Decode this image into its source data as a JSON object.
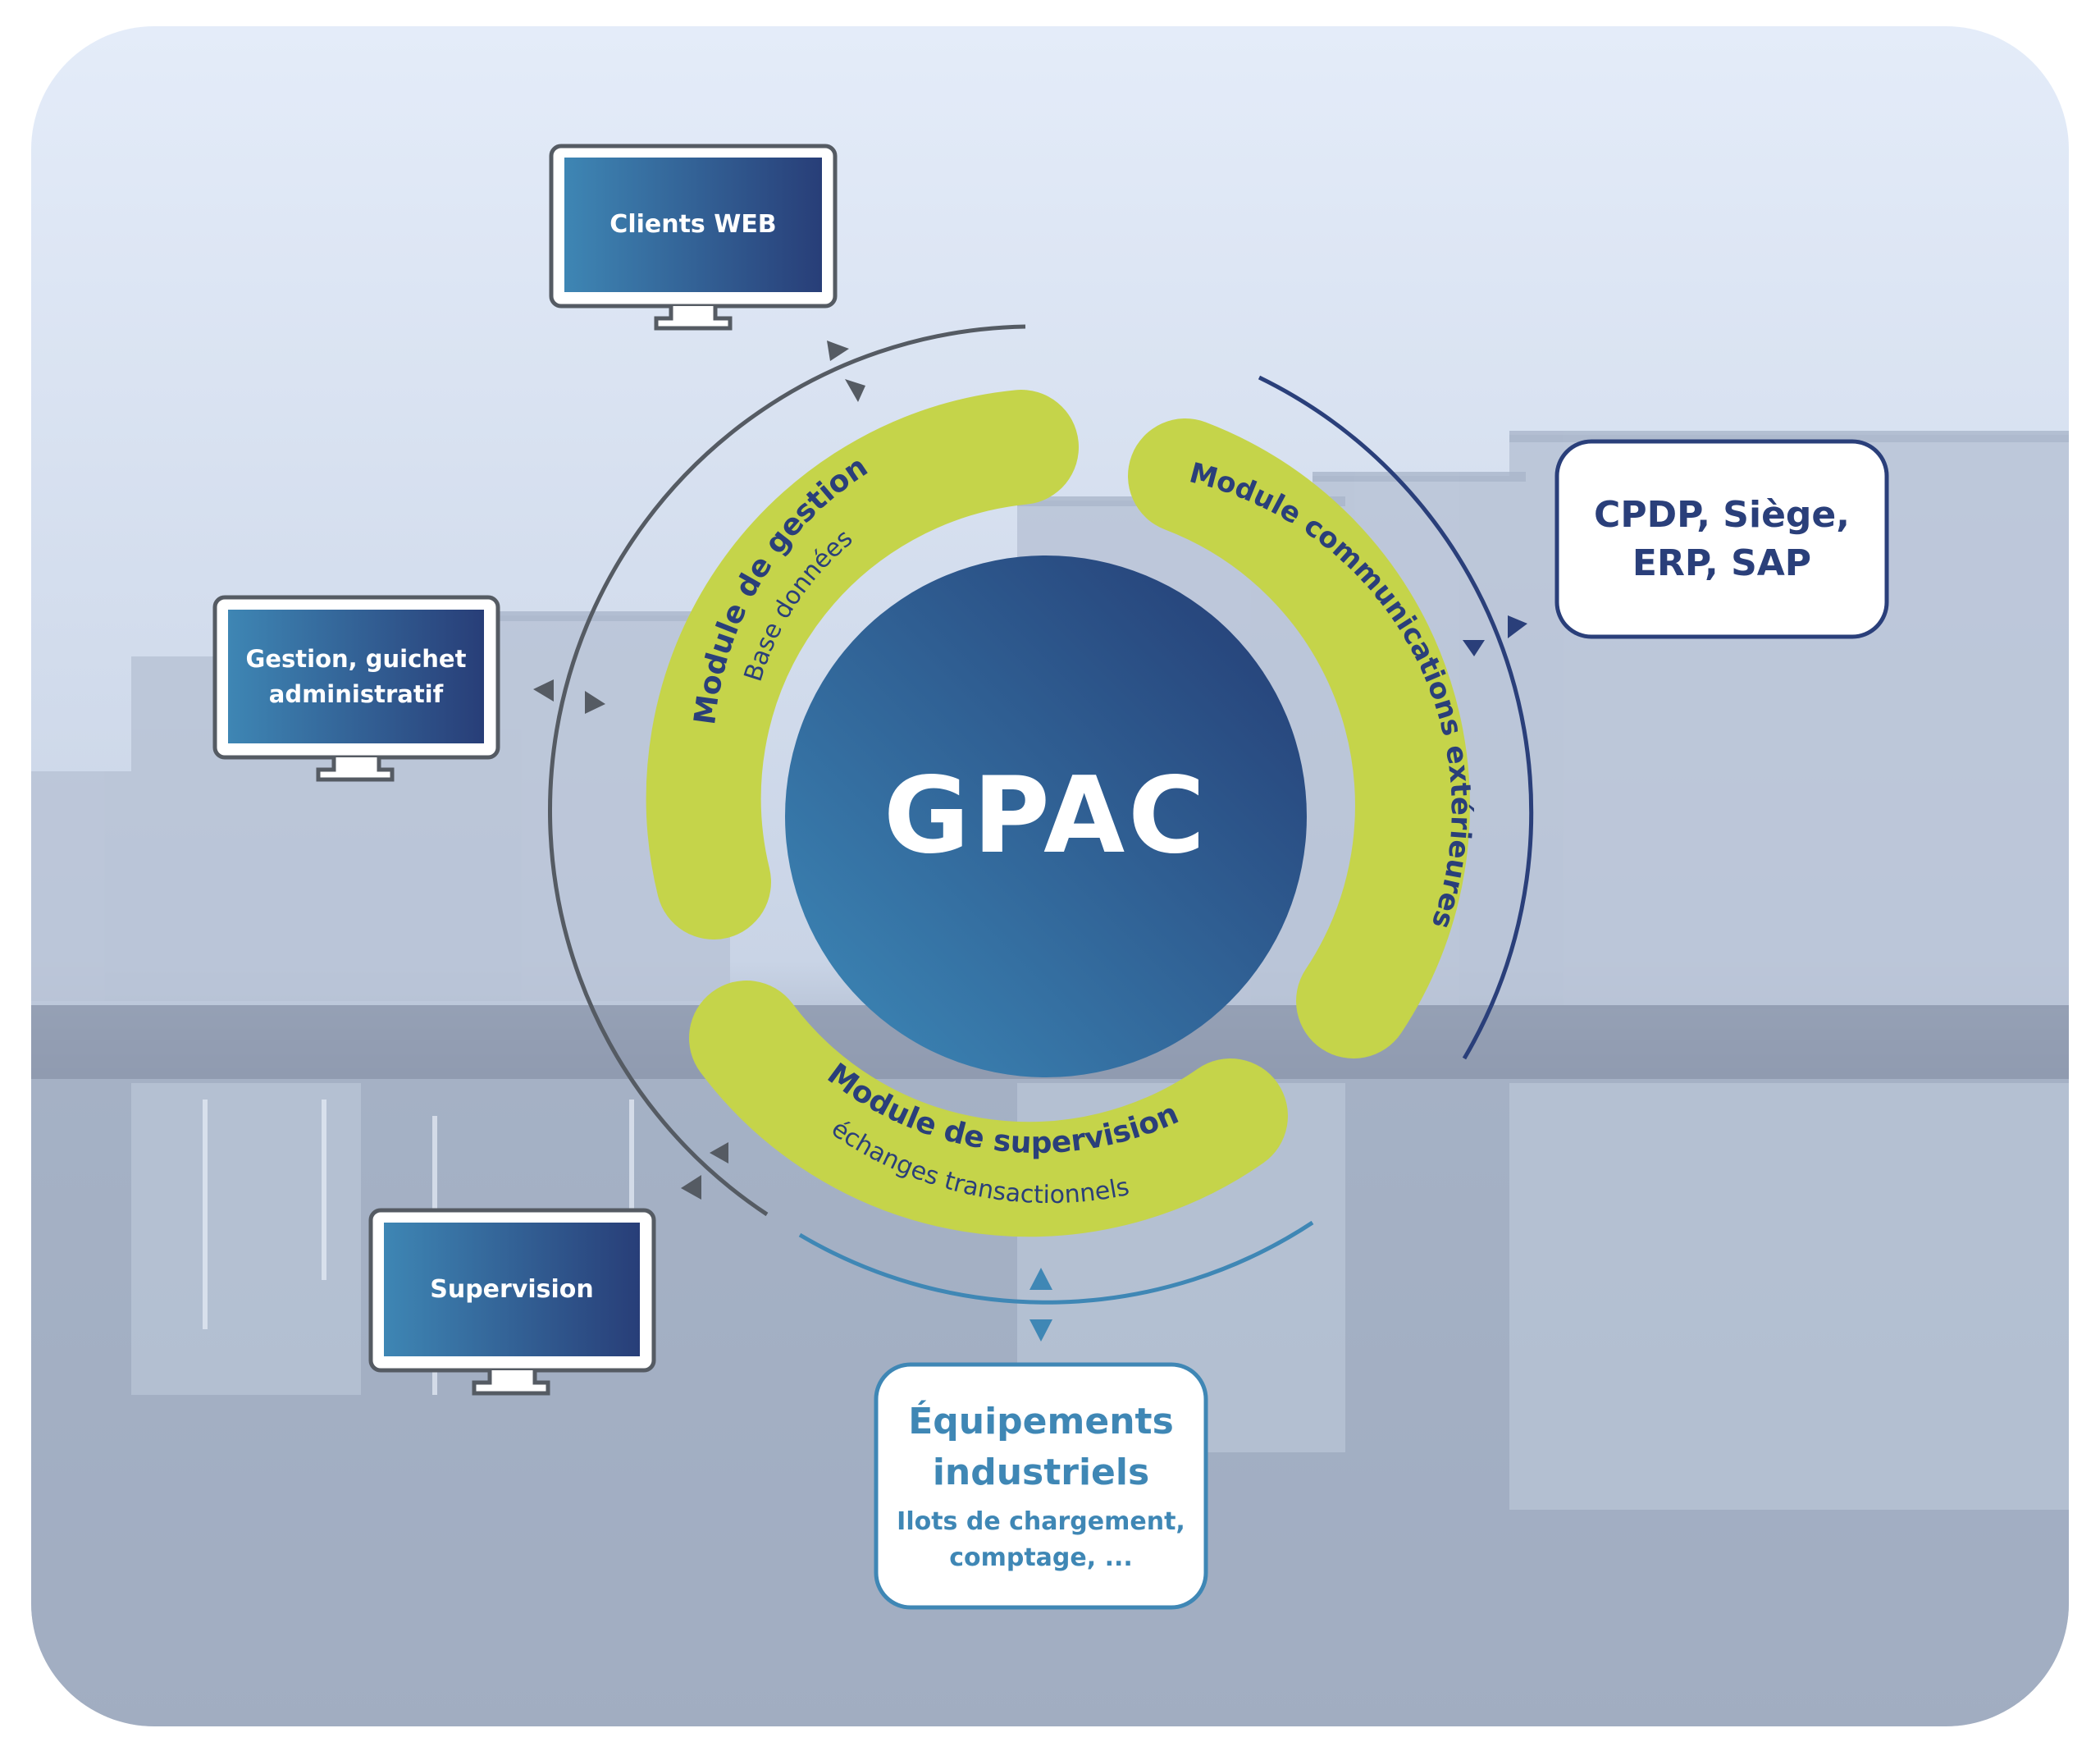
{
  "hub": {
    "title": "GPAC"
  },
  "modules": {
    "gestion": {
      "title": "Module de gestion",
      "subtitle": "Base données"
    },
    "communications": {
      "title": "Module communications extérieures"
    },
    "supervision": {
      "title": "Module de supervision",
      "subtitle": "échanges transactionnels"
    }
  },
  "monitors": {
    "clients_web": "Clients WEB",
    "gestion_line1": "Gestion, guichet",
    "gestion_line2": "administratif",
    "supervision": "Supervision"
  },
  "boxes": {
    "cpdp_line1": "CPDP, Siège,",
    "cpdp_line2": "ERP, SAP",
    "equip_line1": "Équipements",
    "equip_line2": "industriels",
    "equip_sub1": "Ilots de chargement,",
    "equip_sub2": "comptage, ..."
  },
  "colors": {
    "green_band": "#c5d44a",
    "navy": "#2a3f7a",
    "steel_blue": "#3f87b5",
    "background": "#cfd9ea"
  }
}
